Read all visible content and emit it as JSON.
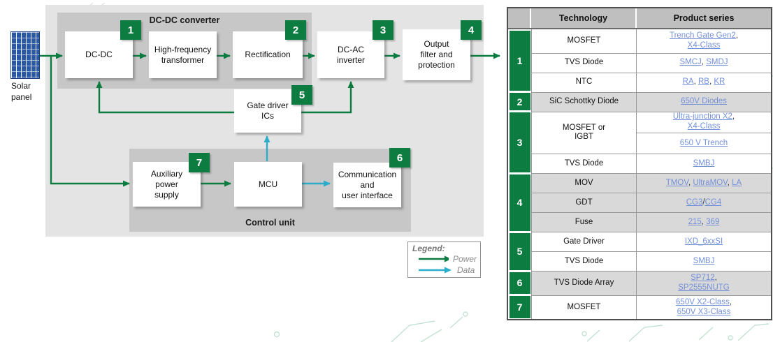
{
  "colors": {
    "accent_green": "#0d7c40",
    "data_cyan": "#2aadca",
    "link_blue": "#7390d9"
  },
  "diagram": {
    "solar_panel_label": "Solar\npanel",
    "sections": {
      "dcdc_converter": "DC-DC converter",
      "control_unit": "Control unit"
    },
    "blocks": {
      "dcdc": "DC-DC",
      "hf_transformer": "High-frequency\ntransformer",
      "rectification": "Rectification",
      "dcac_inverter": "DC-AC\ninverter",
      "output_filter": "Output\nfilter and\nprotection",
      "gate_driver": "Gate driver\nICs",
      "aux_power": "Auxiliary\npower\nsupply",
      "mcu": "MCU",
      "communication": "Communication\nand\nuser interface"
    },
    "badges": {
      "b1": "1",
      "b2": "2",
      "b3": "3",
      "b4": "4",
      "b5": "5",
      "b6": "6",
      "b7": "7"
    },
    "legend": {
      "title": "Legend:",
      "power": "Power",
      "data": "Data"
    }
  },
  "table": {
    "headers": {
      "technology": "Technology",
      "product_series": "Product series"
    },
    "groups": [
      {
        "num": "1",
        "shade": "white",
        "rows": [
          {
            "tech": "MOSFET",
            "products": [
              {
                "label": "Trench Gate Gen2",
                "sep": ",",
                "br": true
              },
              {
                "label": "X4-Class"
              }
            ]
          },
          {
            "tech": "TVS Diode",
            "products": [
              {
                "label": "SMCJ",
                "sep": ", "
              },
              {
                "label": "SMDJ"
              }
            ]
          },
          {
            "tech": "NTC",
            "products": [
              {
                "label": "RA",
                "sep": ", "
              },
              {
                "label": "RB",
                "sep": ", "
              },
              {
                "label": "KR"
              }
            ]
          }
        ]
      },
      {
        "num": "2",
        "shade": "gray",
        "rows": [
          {
            "tech": "SiC Schottky Diode",
            "products": [
              {
                "label": "650V Diodes"
              }
            ]
          }
        ]
      },
      {
        "num": "3",
        "shade": "white",
        "rows": [
          {
            "tech": "MOSFET or\nIGBT",
            "rowspan": 2,
            "products": [
              {
                "label": "Ultra-junction X2",
                "sep": ",",
                "br": true
              },
              {
                "label": "X4-Class"
              }
            ]
          },
          {
            "products": [
              {
                "label": "650 V Trench"
              }
            ]
          },
          {
            "tech": "TVS Diode",
            "products": [
              {
                "label": "SMBJ"
              }
            ]
          }
        ]
      },
      {
        "num": "4",
        "shade": "gray",
        "rows": [
          {
            "tech": "MOV",
            "products": [
              {
                "label": "TMOV",
                "sep": ", "
              },
              {
                "label": "UltraMOV",
                "sep": ", "
              },
              {
                "label": "LA"
              }
            ]
          },
          {
            "tech": "GDT",
            "products": [
              {
                "label": "CG3",
                "sep": "/"
              },
              {
                "label": "CG4"
              }
            ]
          },
          {
            "tech": "Fuse",
            "products": [
              {
                "label": "215",
                "sep": ", "
              },
              {
                "label": "369"
              }
            ]
          }
        ]
      },
      {
        "num": "5",
        "shade": "white",
        "rows": [
          {
            "tech": "Gate Driver",
            "products": [
              {
                "label": "IXD_6xxSI"
              }
            ]
          },
          {
            "tech": "TVS Diode",
            "products": [
              {
                "label": "SMBJ"
              }
            ]
          }
        ]
      },
      {
        "num": "6",
        "shade": "gray",
        "rows": [
          {
            "tech": "TVS Diode Array",
            "products": [
              {
                "label": "SP712",
                "sep": ",",
                "br": true
              },
              {
                "label": "SP2555NUTG"
              }
            ]
          }
        ]
      },
      {
        "num": "7",
        "shade": "white",
        "rows": [
          {
            "tech": "MOSFET",
            "products": [
              {
                "label": "650V X2-Class",
                "sep": ",",
                "br": true
              },
              {
                "label": "650V X3-Class"
              }
            ]
          }
        ]
      }
    ]
  }
}
